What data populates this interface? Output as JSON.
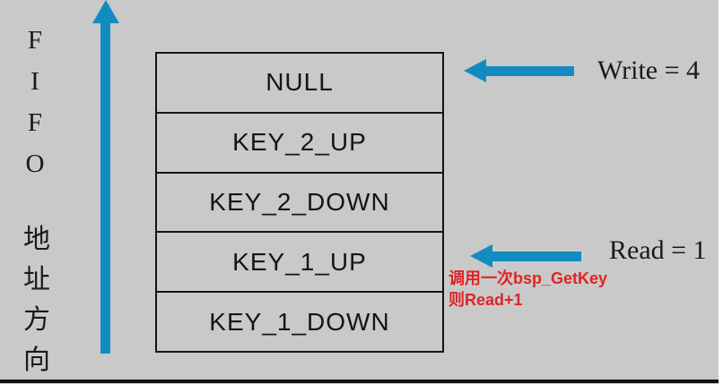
{
  "colors": {
    "background": "#c9c9c9",
    "arrow_blue": "#128cc0",
    "table_border": "#141414",
    "annotation_red": "#e02424",
    "text_black": "#1a1a1a"
  },
  "left_label": {
    "fifo_letters": [
      "F",
      "I",
      "F",
      "O"
    ],
    "direction_chars": [
      "地",
      "址",
      "方",
      "向"
    ],
    "direction_meaning": "地址方向"
  },
  "fifo_table": {
    "cells": [
      "NULL",
      "KEY_2_UP",
      "KEY_2_DOWN",
      "KEY_1_UP",
      "KEY_1_DOWN"
    ]
  },
  "pointers": {
    "write_label": "Write = 4",
    "read_label": "Read = 1"
  },
  "annotation": {
    "line1": "调用一次bsp_GetKey",
    "line2": "则Read+1"
  }
}
